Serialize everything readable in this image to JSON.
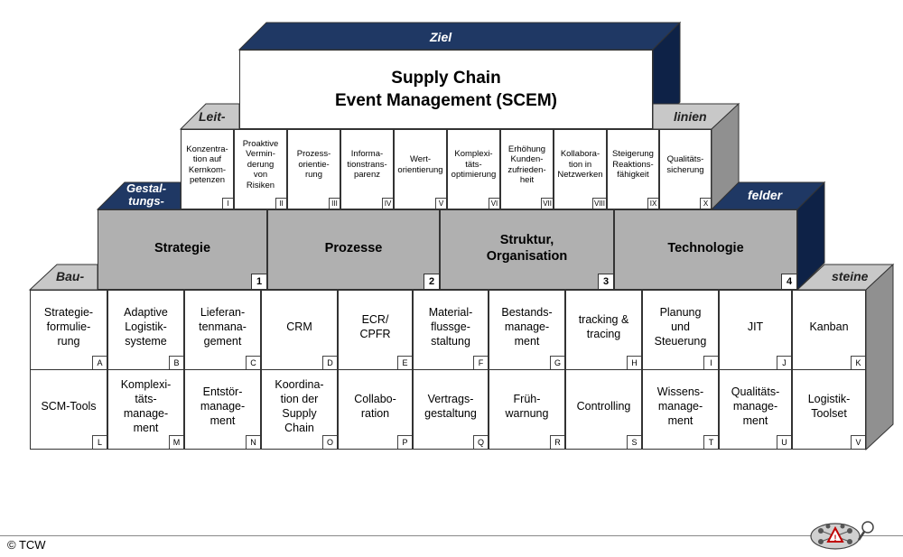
{
  "goal": {
    "label": "Ziel",
    "title_line1": "Supply Chain",
    "title_line2": "Event Management (SCEM)"
  },
  "principles": {
    "label_left": "Leit-",
    "label_right": "linien",
    "items": [
      {
        "text": "Konzentra-\ntion auf\nKernkom-\npetenzen",
        "num": "I"
      },
      {
        "text": "Proaktive\nVermin-\nderung\nvon\nRisiken",
        "num": "II"
      },
      {
        "text": "Prozess-\norientie-\nrung",
        "num": "III"
      },
      {
        "text": "Informa-\ntionstrans-\nparenz",
        "num": "IV"
      },
      {
        "text": "Wert-\norientierung",
        "num": "V"
      },
      {
        "text": "Komplexi-\ntäts-\noptimierung",
        "num": "VI"
      },
      {
        "text": "Erhöhung\nKunden-\nzufrieden-\nheit",
        "num": "VII"
      },
      {
        "text": "Kollabora-\ntion in\nNetzwerken",
        "num": "VIII"
      },
      {
        "text": "Steigerung\nReaktions-\nfähigkeit",
        "num": "IX"
      },
      {
        "text": "Qualitäts-\nsicherung",
        "num": "X"
      }
    ]
  },
  "fields": {
    "label_left": "Gestal-\ntungs-",
    "label_right": "felder",
    "items": [
      {
        "text": "Strategie",
        "num": "1"
      },
      {
        "text": "Prozesse",
        "num": "2"
      },
      {
        "text": "Struktur,\nOrganisation",
        "num": "3"
      },
      {
        "text": "Technologie",
        "num": "4"
      }
    ]
  },
  "bricks": {
    "label_left": "Bau-",
    "label_right": "steine",
    "row1": [
      {
        "text": "Strategie-\nformulie-\nrung",
        "num": "A"
      },
      {
        "text": "Adaptive\nLogistik-\nsysteme",
        "num": "B"
      },
      {
        "text": "Lieferan-\ntenmana-\ngement",
        "num": "C"
      },
      {
        "text": "CRM",
        "num": "D"
      },
      {
        "text": "ECR/\nCPFR",
        "num": "E"
      },
      {
        "text": "Material-\nflussge-\nstaltung",
        "num": "F"
      },
      {
        "text": "Bestands-\nmanage-\nment",
        "num": "G"
      },
      {
        "text": "tracking &\ntracing",
        "num": "H"
      },
      {
        "text": "Planung\nund\nSteuerung",
        "num": "I"
      },
      {
        "text": "JIT",
        "num": "J"
      },
      {
        "text": "Kanban",
        "num": "K"
      }
    ],
    "row2": [
      {
        "text": "SCM-Tools",
        "num": "L"
      },
      {
        "text": "Komplexi-\ntäts-\nmanage-\nment",
        "num": "M"
      },
      {
        "text": "Entstör-\nmanage-\nment",
        "num": "N"
      },
      {
        "text": "Koordina-\ntion der\nSupply\nChain",
        "num": "O"
      },
      {
        "text": "Collabo-\nration",
        "num": "P"
      },
      {
        "text": "Vertrags-\ngestaltung",
        "num": "Q"
      },
      {
        "text": "Früh-\nwarnung",
        "num": "R"
      },
      {
        "text": "Controlling",
        "num": "S"
      },
      {
        "text": "Wissens-\nmanage-\nment",
        "num": "T"
      },
      {
        "text": "Qualitäts-\nmanage-\nment",
        "num": "U"
      },
      {
        "text": "Logistik-\nToolset",
        "num": "V"
      }
    ]
  },
  "footer": {
    "copyright": "© TCW"
  },
  "colors": {
    "navy": "#1f3864",
    "navy_side": "#0e2247",
    "gray_top": "#c8c8c8",
    "gray_side": "#909090",
    "field_face": "#b0b0b0"
  }
}
